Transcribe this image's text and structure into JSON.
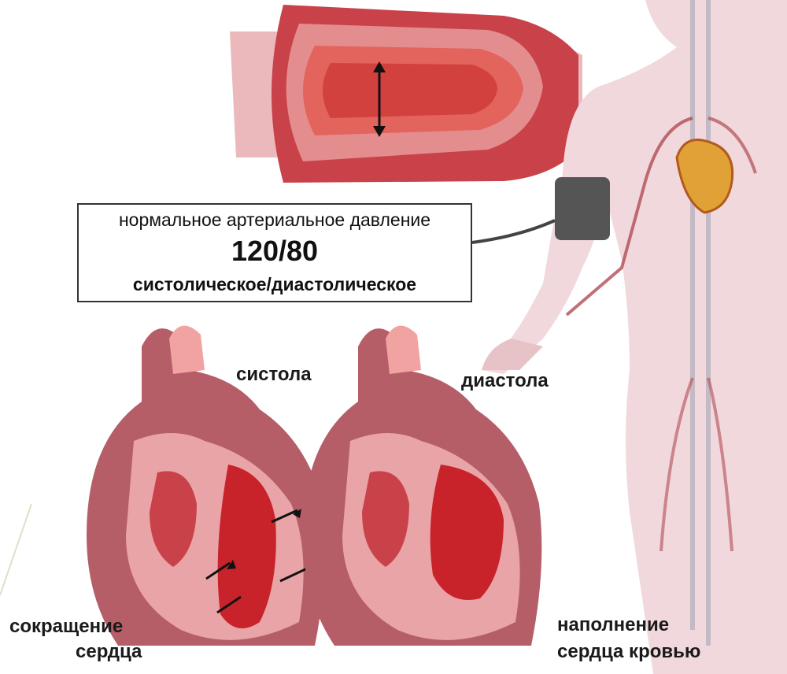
{
  "bp_box": {
    "title": "нормальное артериальное давление",
    "value": "120/80",
    "subtitle": "систолическое/диастолическое"
  },
  "labels": {
    "systole": "систола",
    "diastole": "диастола",
    "contraction_line1": "сокращение",
    "contraction_line2": "сердца",
    "filling_line1": "наполнение",
    "filling_line2": "сердца кровью"
  },
  "colors": {
    "vessel_outer": "#c9424a",
    "vessel_inner": "#e2645c",
    "heart_muscle": "#d97a80",
    "blood_red": "#c8232b",
    "skin": "#f1d8dc",
    "cuff": "#555555"
  }
}
